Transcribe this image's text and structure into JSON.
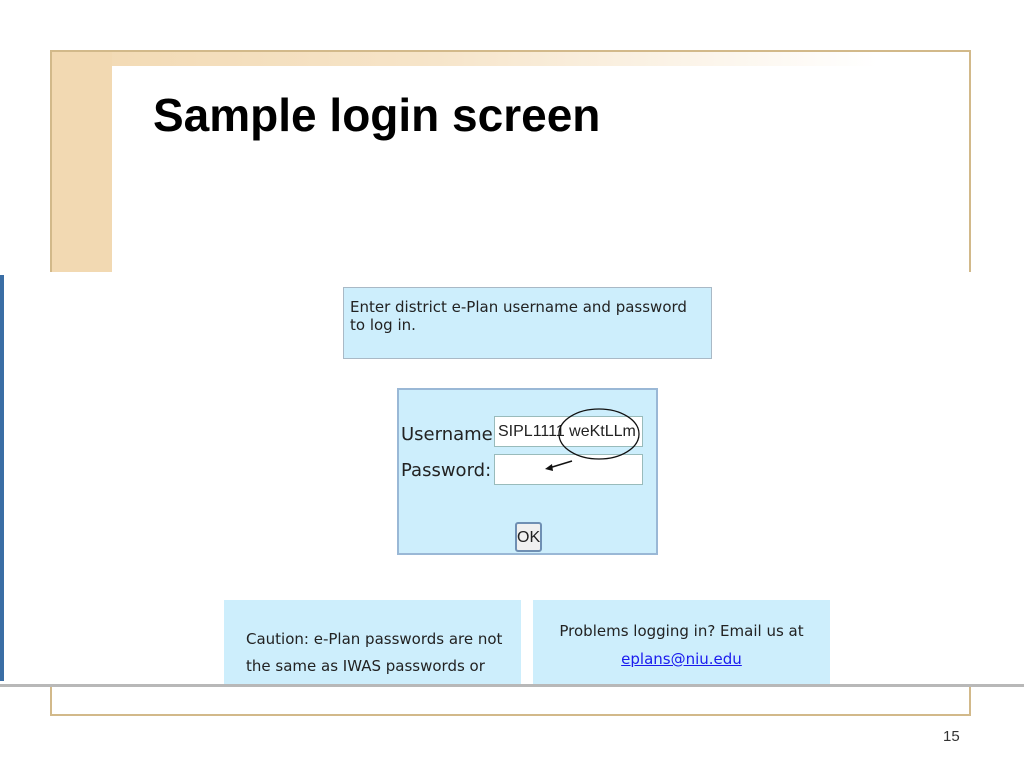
{
  "slide": {
    "title": "Sample login screen",
    "page_number": "15"
  },
  "login_page": {
    "instruction": "Enter district e-Plan username and password to log in.",
    "username_label": "Username:",
    "username_value": "SIPL1111 weKtLLm",
    "password_label": "Password:",
    "password_value": "",
    "ok_label": "OK",
    "caution_text": "Caution: e-Plan passwords are not the same as IWAS passwords or passwords",
    "problems_text": "Problems logging in? Email us at",
    "email_link": "eplans@niu.edu"
  },
  "colors": {
    "panel": "#cdeefc",
    "accent_bar": "#3a6ea5",
    "frame": "#d2b98a"
  }
}
